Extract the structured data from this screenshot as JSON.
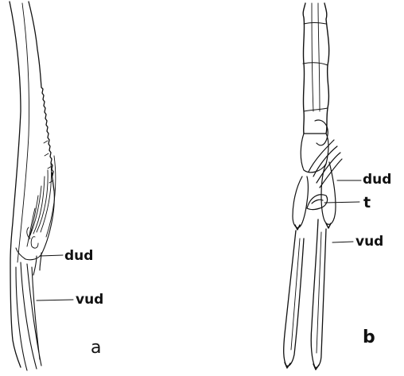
{
  "figure": {
    "panel_a": {
      "letter": "a",
      "labels": {
        "dud": "dud",
        "vud": "vud"
      }
    },
    "panel_b": {
      "letter": "b",
      "labels": {
        "dud": "dud",
        "t": "t",
        "vud": "vud"
      }
    },
    "ink_color": "#111111",
    "background_color": "#ffffff"
  }
}
